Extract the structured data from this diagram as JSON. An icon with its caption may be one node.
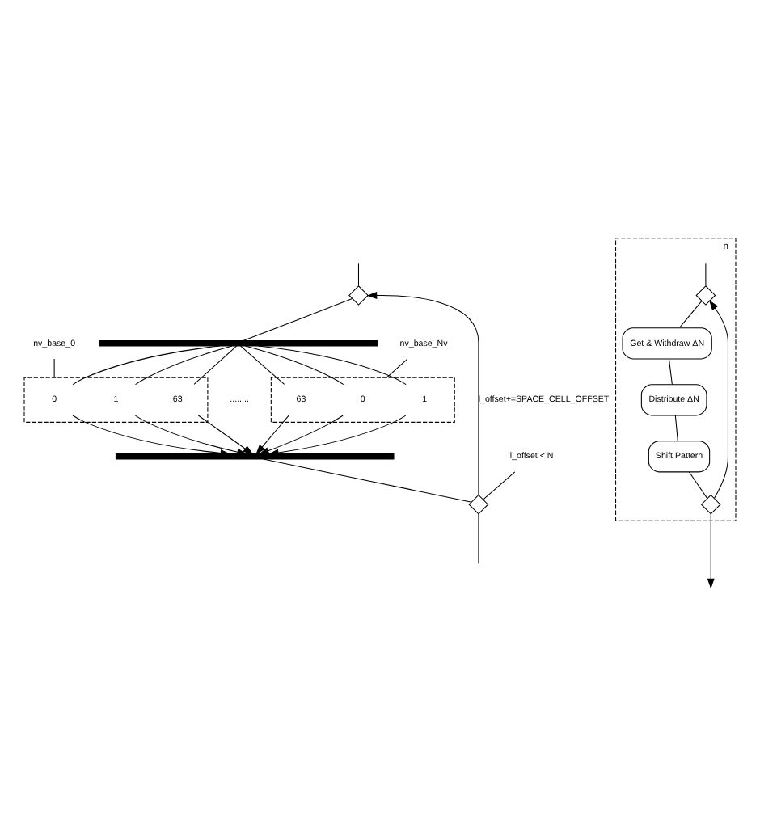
{
  "diagram": {
    "nodes": [
      {
        "text": [],
        "shape": "diamond"
      },
      {
        "text": [],
        "shape": "bar"
      },
      {
        "text": [],
        "shape": "box"
      },
      {
        "text": [
          "0"
        ],
        "in": 2
      },
      {
        "text": [
          "1"
        ],
        "in": 2
      },
      {
        "text": [
          "63"
        ],
        "in": 2
      },
      {
        "text": [],
        "shape": "box"
      },
      {
        "text": [
          "0"
        ],
        "in": 6
      },
      {
        "text": [
          "1"
        ],
        "in": 6
      },
      {
        "text": [
          "63"
        ],
        "in": 6
      },
      {
        "text": [],
        "shape": "bar"
      },
      {
        "text": [],
        "shape": "diamond"
      },
      {
        "text": [
          "nv_base_0"
        ]
      },
      {
        "text": [
          "nv_base_Nv"
        ]
      },
      {
        "text": [
          "l_offset < N"
        ]
      },
      {
        "text": [
          "n"
        ]
      },
      {
        "text": [],
        "shape": "diamond",
        "in": 15
      },
      {
        "text": [
          "Get & Withdraw ΔN"
        ],
        "in": 15
      },
      {
        "text": [
          "Distribute ΔN"
        ],
        "in": 15
      },
      {
        "text": [
          "Shift Pattern"
        ],
        "in": 15
      },
      {
        "text": [],
        "shape": "diamond",
        "in": 15
      }
    ],
    "edges": [
      {
        "from": null,
        "to": 0,
        "arrow": "none"
      },
      {
        "from": 0,
        "to": 1,
        "arrow": "none"
      },
      {
        "from": 1,
        "to": 3,
        "arrow": "none"
      },
      {
        "from": 1,
        "to": 4,
        "arrow": "none"
      },
      {
        "from": 1,
        "to": 5,
        "arrow": "none"
      },
      {
        "from": 1,
        "to": 7,
        "arrow": "none"
      },
      {
        "from": 1,
        "to": 8,
        "arrow": "none"
      },
      {
        "from": 1,
        "to": 9,
        "arrow": "none"
      },
      {
        "from": 3,
        "to": 10,
        "arrow": "to"
      },
      {
        "from": 4,
        "to": 10,
        "arrow": "to"
      },
      {
        "from": 5,
        "to": 10,
        "arrow": "to"
      },
      {
        "from": 7,
        "to": 10,
        "arrow": "to"
      },
      {
        "from": 8,
        "to": 10,
        "arrow": "to"
      },
      {
        "from": 9,
        "to": 10,
        "arrow": "to"
      },
      {
        "from": 10,
        "to": 11,
        "arrow": "none"
      },
      {
        "from": 11,
        "to": null,
        "arrow": "none"
      },
      {
        "from": 11,
        "to": 0,
        "arrow": "to",
        "label": "l_offset+=SPACE_CELL_OFFSET"
      },
      {
        "from": 12,
        "to": 2,
        "arrow": "none"
      },
      {
        "from": 13,
        "to": 6,
        "arrow": "none"
      },
      {
        "from": 14,
        "to": 11,
        "arrow": "none"
      },
      {
        "from": null,
        "to": 16,
        "arrow": "none"
      },
      {
        "from": 16,
        "to": 17,
        "arrow": "none"
      },
      {
        "from": 17,
        "to": 18,
        "arrow": "none"
      },
      {
        "from": 18,
        "to": 19,
        "arrow": "none"
      },
      {
        "from": 19,
        "to": 20,
        "arrow": "none"
      },
      {
        "from": 20,
        "to": 16,
        "arrow": "to"
      },
      {
        "from": 20,
        "to": null,
        "arrow": "to"
      }
    ],
    "labels": [
      "........"
    ]
  }
}
